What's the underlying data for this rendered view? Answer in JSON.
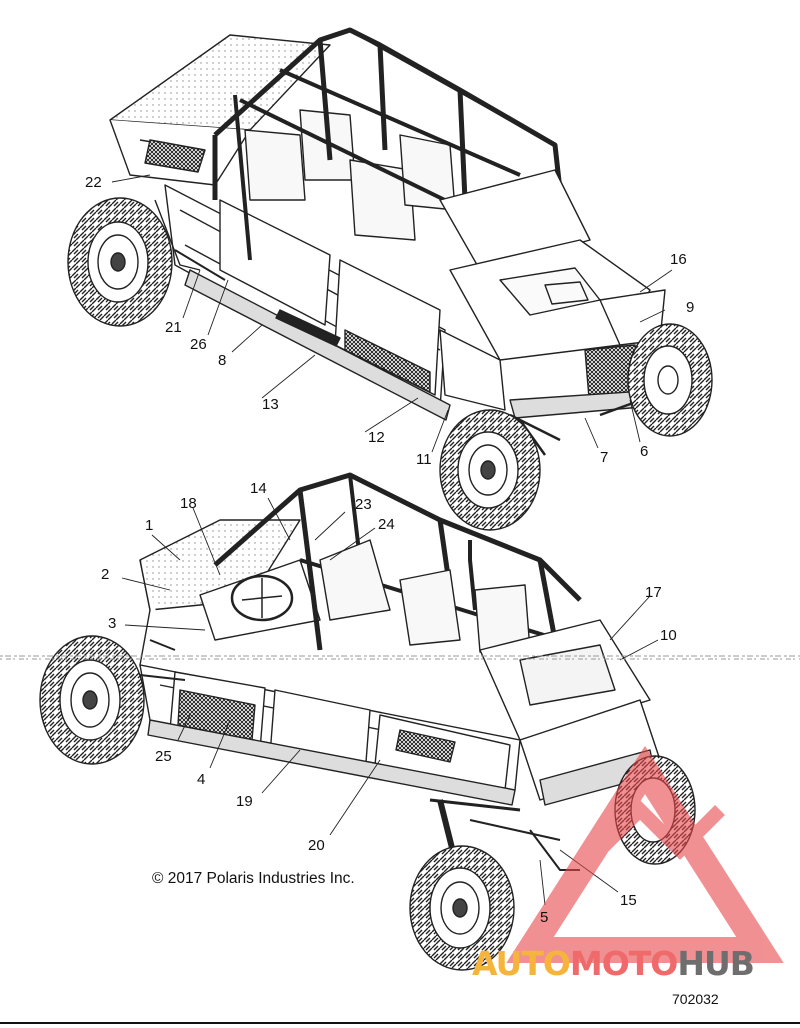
{
  "callouts": {
    "n1": "1",
    "n2": "2",
    "n3": "3",
    "n4": "4",
    "n5": "5",
    "n6": "6",
    "n7": "7",
    "n8": "8",
    "n9": "9",
    "n10": "10",
    "n11": "11",
    "n12": "12",
    "n13": "13",
    "n14": "14",
    "n15": "15",
    "n16": "16",
    "n17": "17",
    "n18": "18",
    "n19": "19",
    "n20": "20",
    "n21": "21",
    "n22": "22",
    "n23": "23",
    "n24": "24",
    "n25": "25",
    "n26": "26"
  },
  "copyright": "© 2017 Polaris Industries Inc.",
  "part_number": "702032",
  "watermark": {
    "part1": "AUTO",
    "part2": "MOTO",
    "part3": "HUB"
  },
  "colors": {
    "line": "#222222",
    "watermark_red": "#e8474a",
    "watermark_orange": "#f5b53c",
    "watermark_gray": "#6e6e6e"
  }
}
